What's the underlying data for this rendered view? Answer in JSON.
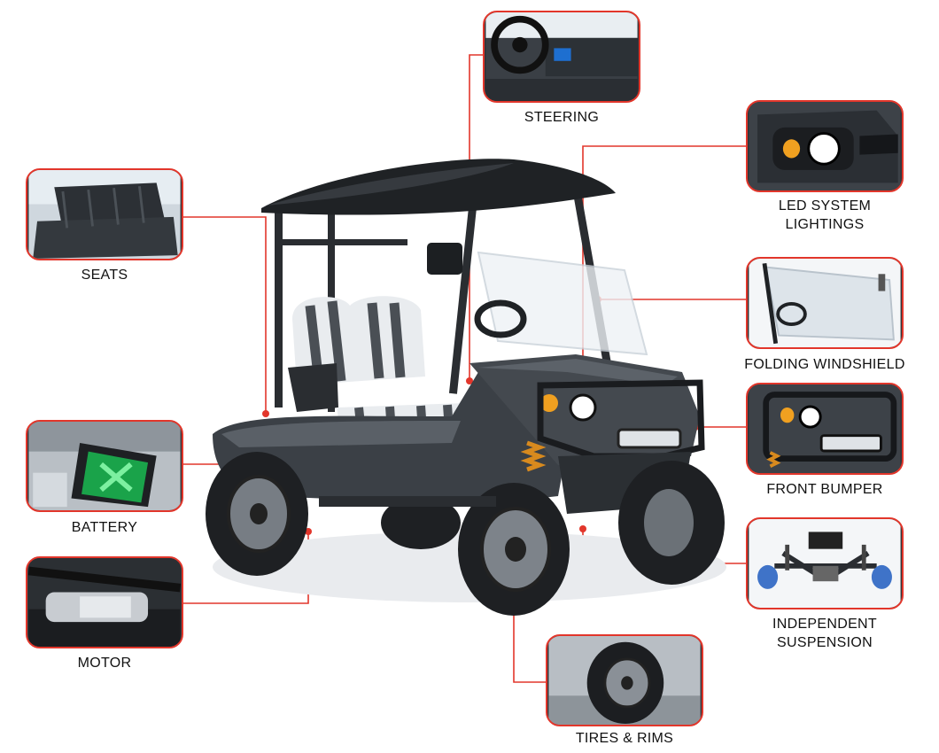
{
  "labels": {
    "steering": "STEERING",
    "led_1": "LED SYSTEM",
    "led_2": "LIGHTINGS",
    "seats": "SEATS",
    "windshield": "FOLDING WINDSHIELD",
    "battery": "BATTERY",
    "bumper": "FRONT BUMPER",
    "suspension_1": "INDEPENDENT",
    "suspension_2": "SUSPENSION",
    "motor": "MOTOR",
    "tires": "TIRES & RIMS"
  },
  "colors": {
    "accent": "#e2362b",
    "cart_body": "#3b4046",
    "roof": "#1f2225",
    "seat_white": "#e9ecef"
  }
}
